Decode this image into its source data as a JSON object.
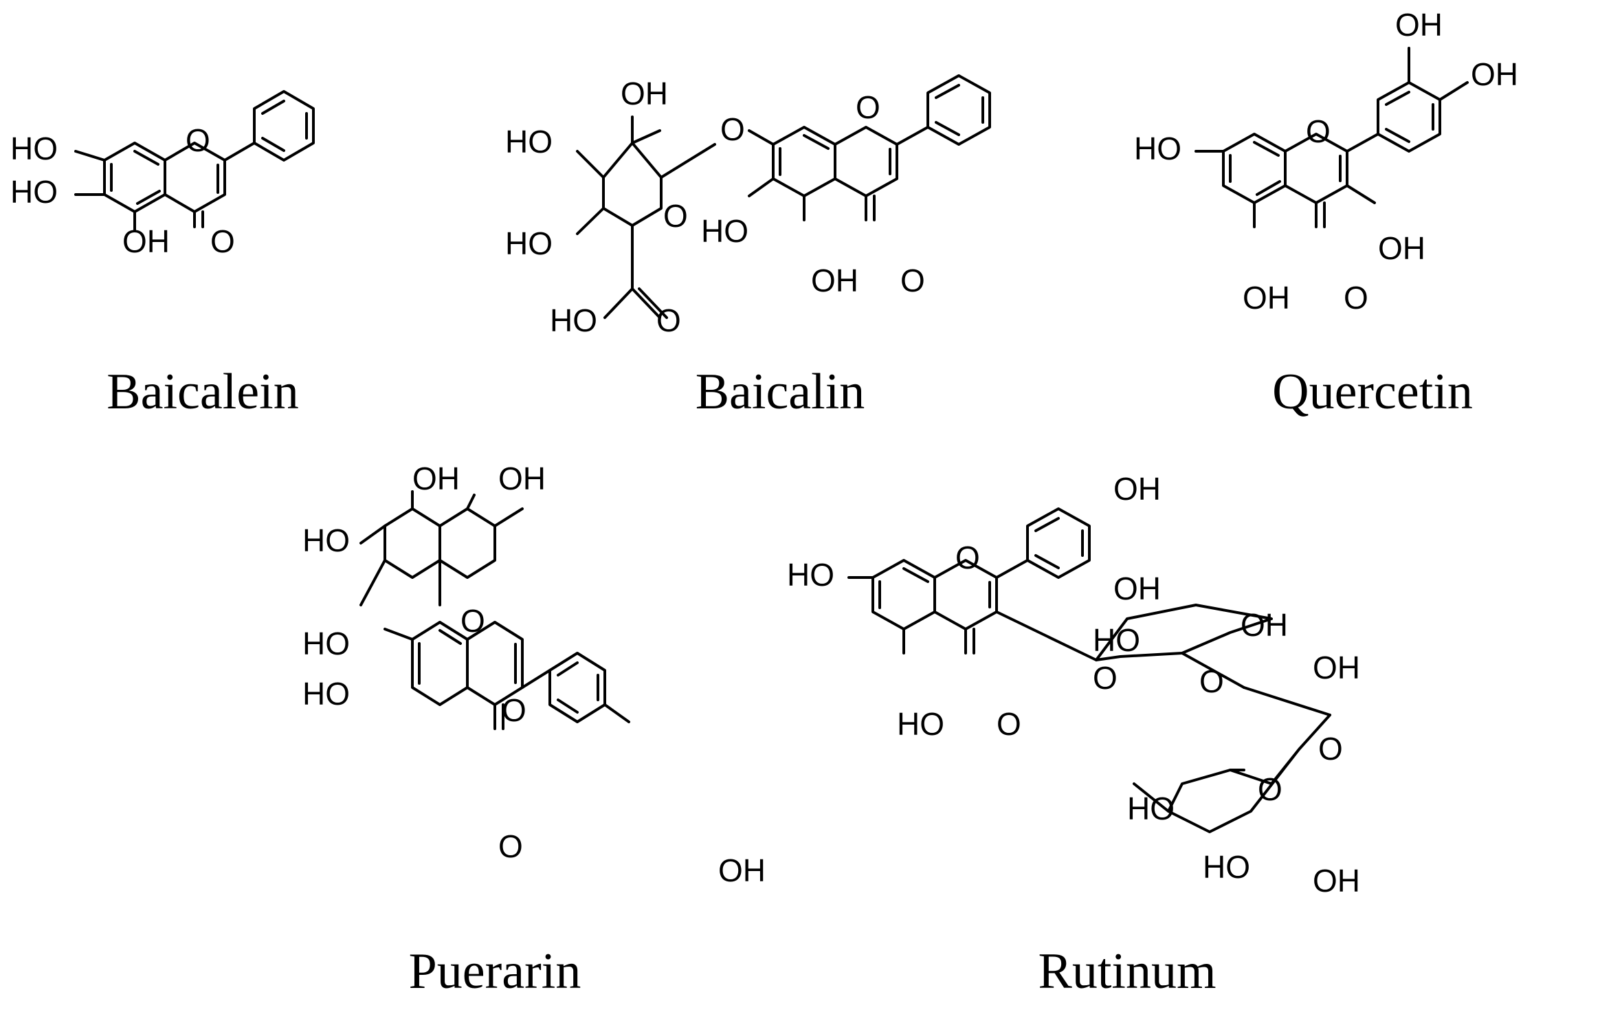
{
  "figure": {
    "molecules": [
      {
        "id": "baicalein",
        "name": "Baicalein",
        "labels": [
          "HO",
          "HO",
          "OH",
          "O",
          "O"
        ]
      },
      {
        "id": "baicalin",
        "name": "Baicalin",
        "labels": [
          "OH",
          "HO",
          "HO",
          "HO",
          "O",
          "O",
          "O",
          "HO",
          "OH",
          "O",
          "O"
        ]
      },
      {
        "id": "quercetin",
        "name": "Quercetin",
        "labels": [
          "OH",
          "OH",
          "HO",
          "O",
          "OH",
          "OH",
          "O"
        ]
      },
      {
        "id": "puerarin",
        "name": "Puerarin",
        "labels": [
          "OH",
          "OH",
          "HO",
          "HO",
          "O",
          "HO",
          "O",
          "O",
          "OH"
        ]
      },
      {
        "id": "rutinum",
        "name": "Rutinum",
        "labels": [
          "OH",
          "OH",
          "HO",
          "O",
          "HO",
          "OH",
          "HO",
          "OH",
          "O",
          "O",
          "O",
          "O",
          "HO",
          "O",
          "HO",
          "OH"
        ]
      }
    ]
  }
}
